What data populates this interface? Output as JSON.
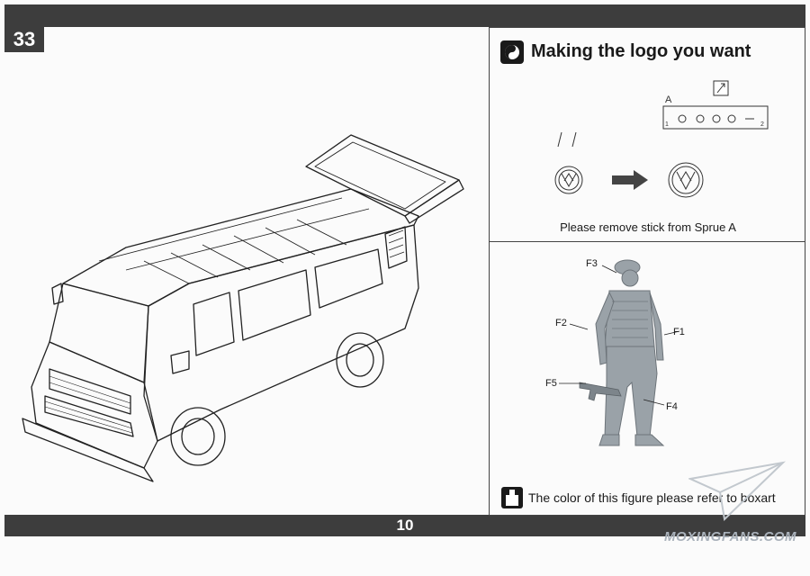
{
  "step": {
    "number": "33"
  },
  "logo_panel": {
    "title": "Making the logo you want",
    "caption": "Please remove stick from Sprue A",
    "sprue_letter": "A",
    "sprue_end_left": "1",
    "sprue_end_right": "2"
  },
  "figure_panel": {
    "parts": [
      "F3",
      "F2",
      "F1",
      "F5",
      "F4"
    ],
    "color_note": "The color of this figure please refer to boxart"
  },
  "footer": {
    "page_number": "10"
  },
  "watermark": {
    "text": "MOXINGFANS.COM"
  },
  "colors": {
    "bar": "#3d3d3d",
    "figure": "#9aa2a8"
  }
}
